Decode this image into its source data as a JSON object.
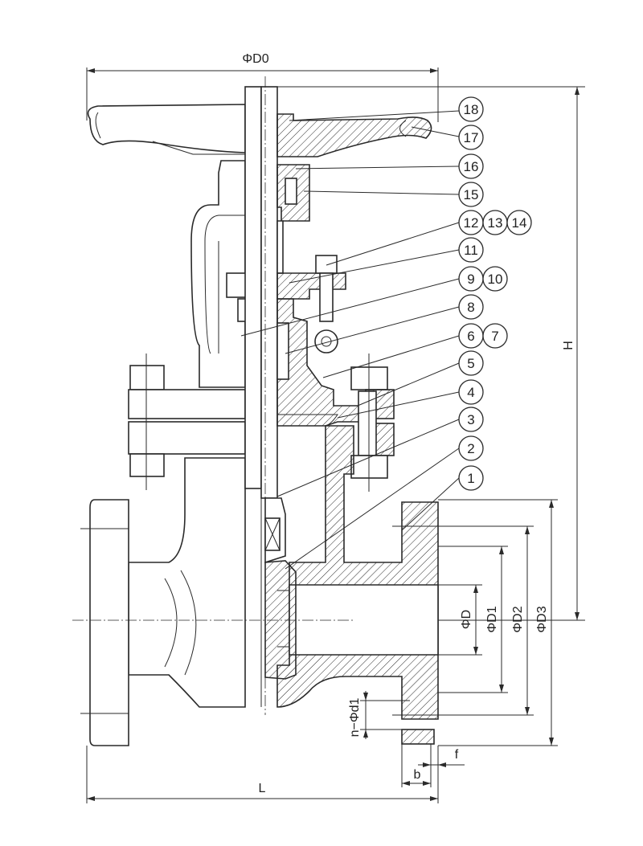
{
  "dimensions": {
    "D0": "ΦD0",
    "H": "H",
    "L": "L",
    "D": "ΦD",
    "D1": "ΦD1",
    "D2": "ΦD2",
    "D3": "ΦD3",
    "nd1": "n−Φd1",
    "f": "f",
    "b": "b"
  },
  "callouts": [
    {
      "id": "18",
      "label": "18"
    },
    {
      "id": "17",
      "label": "17"
    },
    {
      "id": "16",
      "label": "16"
    },
    {
      "id": "15",
      "label": "15"
    },
    {
      "id": "12",
      "label": "12"
    },
    {
      "id": "13",
      "label": "13"
    },
    {
      "id": "14",
      "label": "14"
    },
    {
      "id": "11",
      "label": "11"
    },
    {
      "id": "9",
      "label": "9"
    },
    {
      "id": "10",
      "label": "10"
    },
    {
      "id": "8",
      "label": "8"
    },
    {
      "id": "6",
      "label": "6"
    },
    {
      "id": "7",
      "label": "7"
    },
    {
      "id": "5",
      "label": "5"
    },
    {
      "id": "4",
      "label": "4"
    },
    {
      "id": "3",
      "label": "3"
    },
    {
      "id": "2",
      "label": "2"
    },
    {
      "id": "1",
      "label": "1"
    }
  ],
  "colors": {
    "line": "#2a2a2a",
    "background": "#ffffff"
  }
}
